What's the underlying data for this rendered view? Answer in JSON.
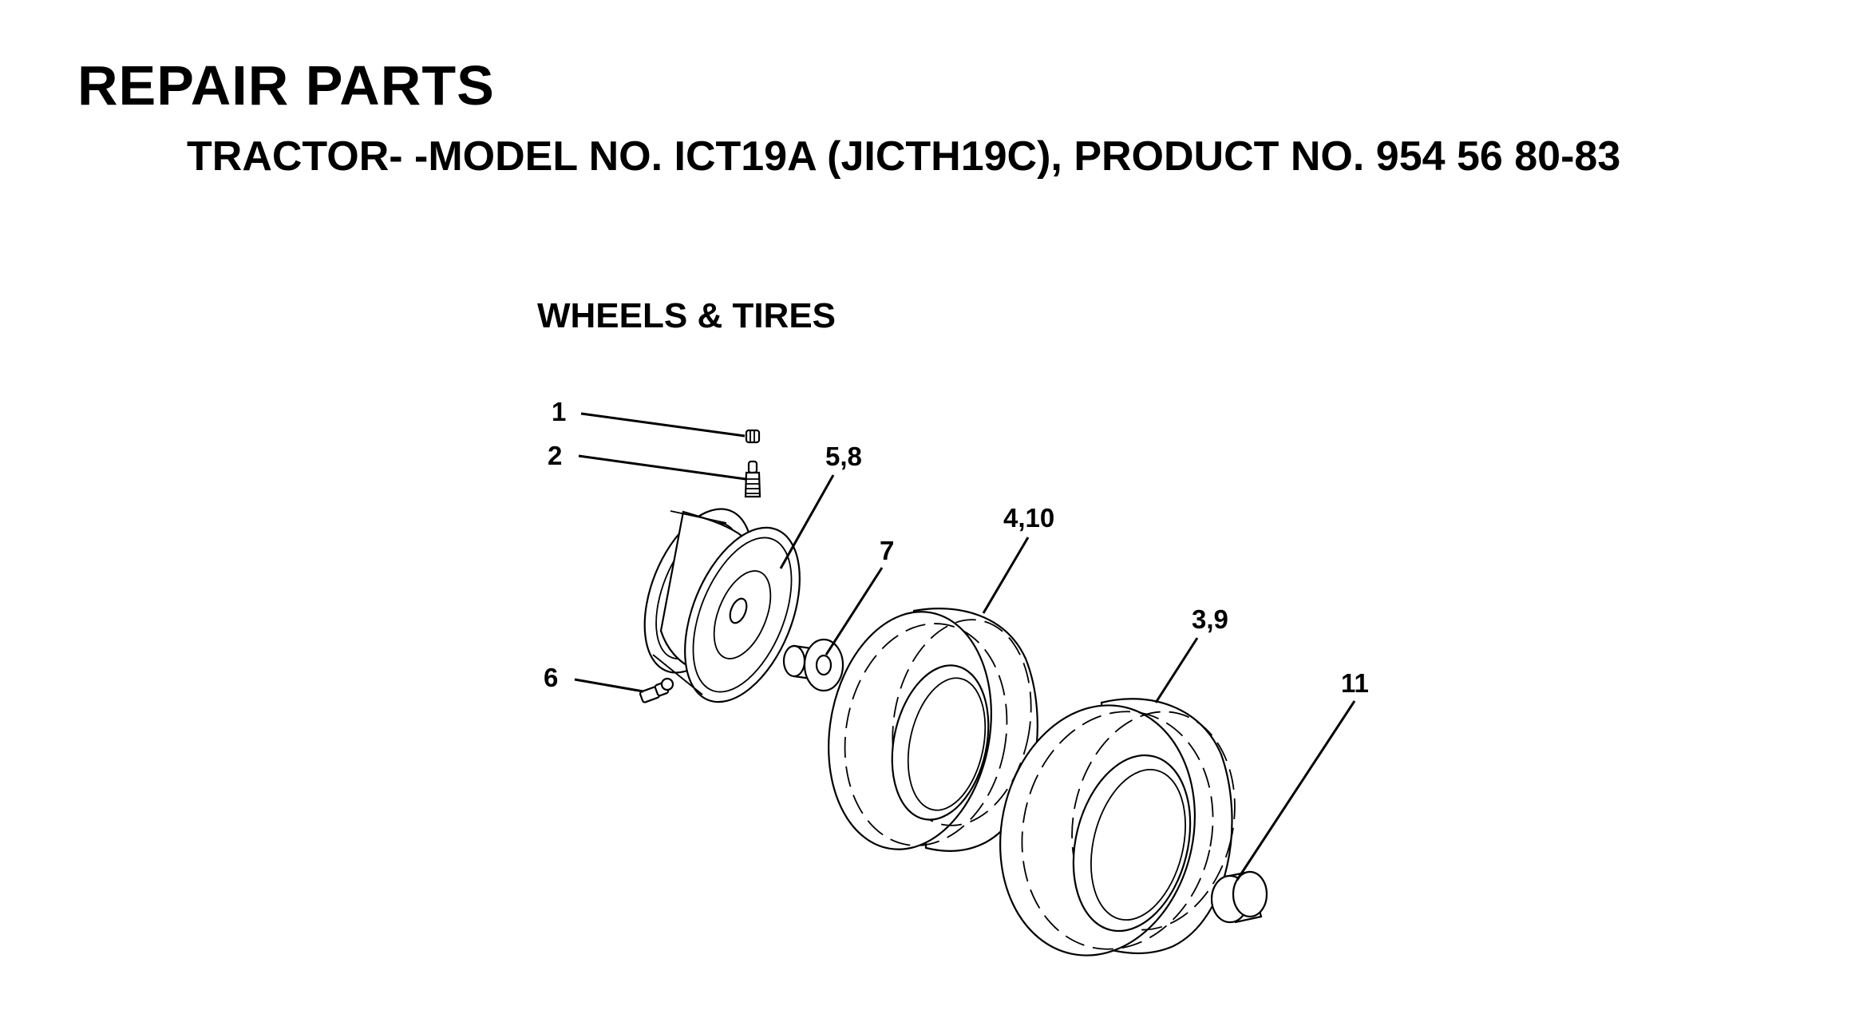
{
  "header": {
    "title": "REPAIR PARTS",
    "subtitle": "TRACTOR- -MODEL NO. ICT19A (JICTH19C), PRODUCT NO. 954 56 80-83"
  },
  "section": {
    "title": "WHEELS & TIRES"
  },
  "callouts": [
    "1",
    "2",
    "5,8",
    "7",
    "4,10",
    "3,9",
    "6",
    "11"
  ]
}
